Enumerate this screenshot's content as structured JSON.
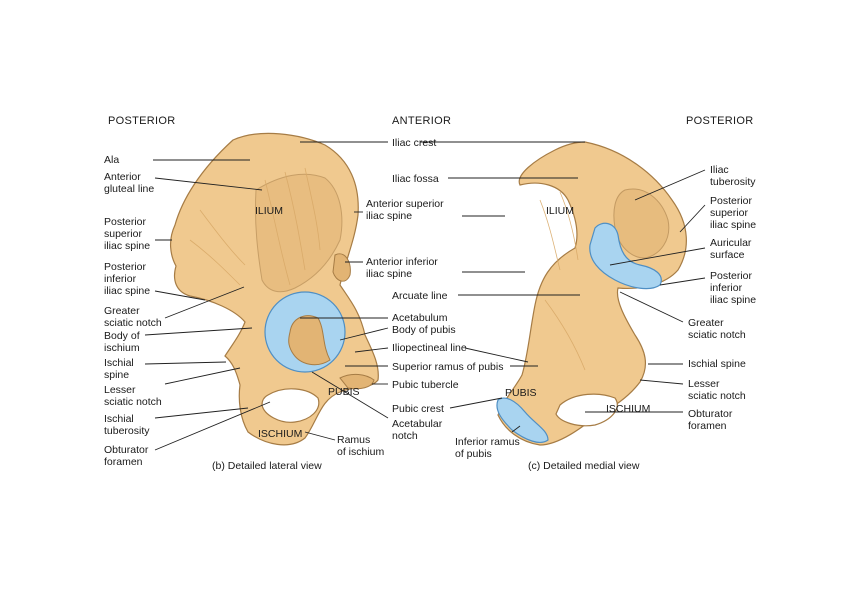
{
  "headers": {
    "posterior_left": "POSTERIOR",
    "anterior": "ANTERIOR",
    "posterior_right": "POSTERIOR"
  },
  "regions": {
    "lateral_ilium": "ILIUM",
    "lateral_pubis": "PUBIS",
    "lateral_ischium": "ISCHIUM",
    "medial_ilium": "ILIUM",
    "medial_pubis": "PUBIS",
    "medial_ischium": "ISCHIUM"
  },
  "captions": {
    "lateral": "(b) Detailed lateral view",
    "medial": "(c) Detailed medial view"
  },
  "left_labels": [
    "Ala",
    "Anterior\ngluteal line",
    "Posterior\nsuperior\niliac spine",
    "Posterior\ninferior\niliac spine",
    "Greater\nsciatic notch",
    "Body of\nischium",
    "Ischial\nspine",
    "Lesser\nsciatic notch",
    "Ischial\ntuberosity",
    "Obturator\nforamen"
  ],
  "center_labels": [
    "Iliac crest",
    "Iliac fossa",
    "Anterior superior\niliac spine",
    "Anterior inferior\niliac spine",
    "Arcuate line",
    "Acetabulum",
    "Body of pubis",
    "Iliopectineal line",
    "Superior ramus of pubis",
    "Pubic tubercle",
    "Pubic crest",
    "Acetabular\nnotch",
    "Ramus\nof ischium",
    "Inferior ramus\nof pubis"
  ],
  "right_labels": [
    "Iliac\ntuberosity",
    "Posterior\nsuperior\niliac spine",
    "Auricular\nsurface",
    "Posterior\ninferior\niliac spine",
    "Greater\nsciatic notch",
    "Ischial spine",
    "Lesser\nsciatic notch",
    "Obturator\nforamen"
  ]
}
